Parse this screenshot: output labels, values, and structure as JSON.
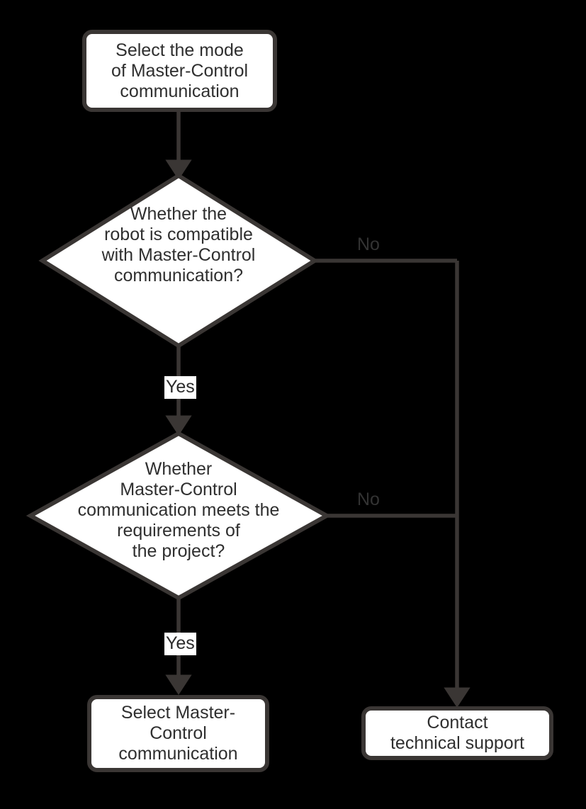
{
  "diagram": {
    "title": "Master-Control communication selection flowchart",
    "type": "flowchart",
    "background_color": "#000000",
    "stroke_color": "#3a3634",
    "node_fill_color": "#ffffff",
    "node_text_color": "#2f2f2f",
    "edge_label_color": "#333333"
  },
  "nodes": {
    "start_process": {
      "shape": "rounded-rectangle",
      "text": "Select the mode\nof Master-Control\ncommunication"
    },
    "decision_compatible": {
      "shape": "diamond",
      "text": "Whether the\nrobot is compatible\nwith Master-Control\ncommunication?"
    },
    "decision_requirements": {
      "shape": "diamond",
      "text": "Whether\nMaster-Control\ncommunication meets the\nrequirements of\nthe project?"
    },
    "end_select": {
      "shape": "rounded-rectangle",
      "text": "Select Master-\nControl\ncommunication"
    },
    "end_support": {
      "shape": "rounded-rectangle",
      "text": "Contact\ntechnical support"
    }
  },
  "edges": {
    "start_to_decision1": {
      "label": ""
    },
    "decision1_no": {
      "label": "No"
    },
    "decision1_yes": {
      "label": "Yes"
    },
    "decision2_no": {
      "label": "No"
    },
    "decision2_yes": {
      "label": "Yes"
    }
  }
}
